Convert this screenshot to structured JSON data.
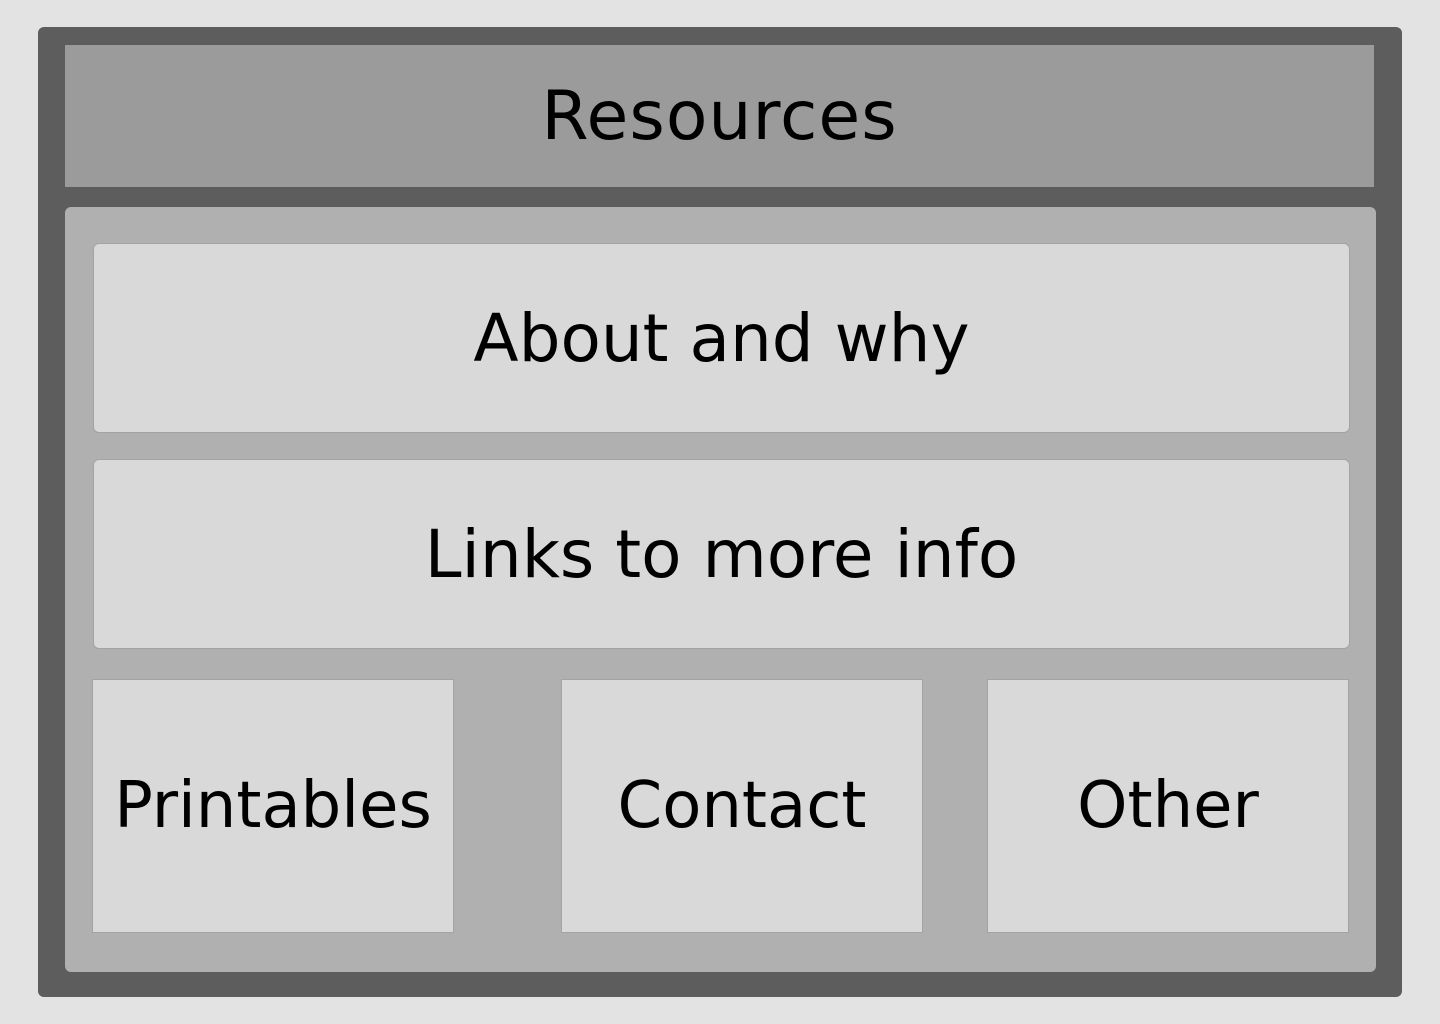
{
  "header": {
    "title": "Resources"
  },
  "menu": {
    "about_label": "About and why",
    "links_label": "Links to more info",
    "printables_label": "Printables",
    "contact_label": "Contact",
    "other_label": "Other"
  }
}
